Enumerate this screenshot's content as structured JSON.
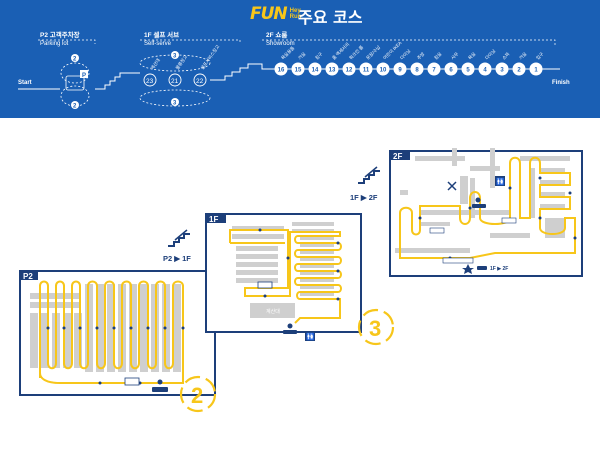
{
  "header": {
    "logo_fun": "FUN",
    "logo_hey": "Hey",
    "logo_run": "Run",
    "title": "주요 코스"
  },
  "route": {
    "start": "Start",
    "finish": "Finish",
    "zones": [
      {
        "ko": "P2 고객주차장",
        "en": "Parking lot"
      },
      {
        "ko": "1F 셀프 서브",
        "en": "Self-serve"
      },
      {
        "ko": "2F 쇼룸",
        "en": "Showroom"
      }
    ],
    "parking_laps": [
      "2",
      "2"
    ],
    "selfserve_laps": [
      "3",
      "3"
    ],
    "stations_1f": [
      {
        "num": "23",
        "label": "계산대"
      },
      {
        "num": "21",
        "label": "물류창고"
      },
      {
        "num": "22",
        "label": "셀프서비스창고"
      }
    ],
    "stations_2f": [
      {
        "num": "16",
        "label": "욕실용품"
      },
      {
        "num": "15",
        "label": "거실"
      },
      {
        "num": "14",
        "label": "침구"
      },
      {
        "num": "13",
        "label": "홈 액세서리"
      },
      {
        "num": "12",
        "label": "워크인 룸"
      },
      {
        "num": "11",
        "label": "옷장/수납"
      },
      {
        "num": "10",
        "label": "어린이 IKEA"
      },
      {
        "num": "9",
        "label": "다이닝"
      },
      {
        "num": "8",
        "label": "주방"
      },
      {
        "num": "7",
        "label": "침실"
      },
      {
        "num": "6",
        "label": "사무"
      },
      {
        "num": "5",
        "label": "욕실"
      },
      {
        "num": "4",
        "label": "다이닝"
      },
      {
        "num": "3",
        "label": "소파"
      },
      {
        "num": "2",
        "label": "거실"
      },
      {
        "num": "1",
        "label": "입구"
      }
    ]
  },
  "maps": {
    "p2": {
      "label": "P2",
      "badge": "2"
    },
    "f1": {
      "label": "1F",
      "badge": "3"
    },
    "f2": {
      "label": "2F"
    },
    "transition_p2_1f": "P2 ▶ 1F",
    "transition_1f_2f": "1F ▶ 2F",
    "map_2f_note": "1F ▶ 2F"
  },
  "colors": {
    "brand_blue": "#1a5fb4",
    "route_yellow": "#f7c61a",
    "aisle_gray": "#cfcfcf",
    "frame_navy": "#1d3f7a"
  }
}
